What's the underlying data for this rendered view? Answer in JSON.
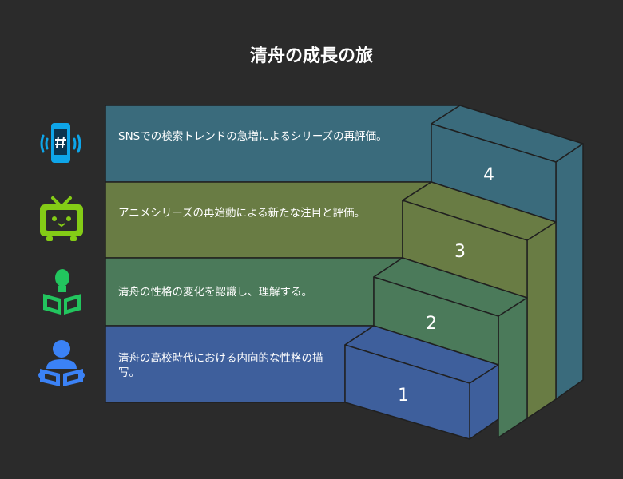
{
  "title": "清舟の成長の旅",
  "colors": {
    "background": "#2b2b2b",
    "step1": "#3e5f9c",
    "step2": "#4b7a5a",
    "step3": "#697c44",
    "step4": "#3a6b7c",
    "outline": "#202020"
  },
  "steps": [
    {
      "number": "1",
      "text": "清舟の高校時代における内向的な性格の描写。",
      "icon": "person-reading-book-icon",
      "icon_color": "#3b82f6"
    },
    {
      "number": "2",
      "text": "清舟の性格の変化を認識し、理解する。",
      "icon": "open-book-lightbulb-icon",
      "icon_color": "#22c55e"
    },
    {
      "number": "3",
      "text": "アニメシリーズの再始動による新たな注目と評価。",
      "icon": "retro-tv-icon",
      "icon_color": "#84cc16"
    },
    {
      "number": "4",
      "text": "SNSでの検索トレンドの急増によるシリーズの再評価。",
      "icon": "smartphone-hashtag-icon",
      "icon_color": "#0ea5e9"
    }
  ]
}
